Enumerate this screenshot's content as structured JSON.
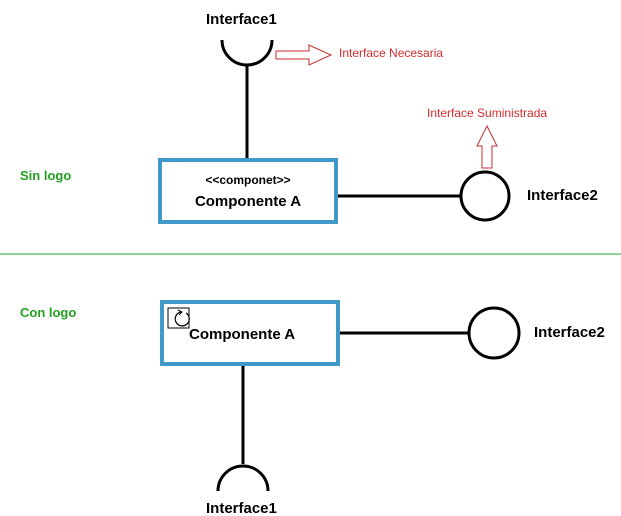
{
  "colors": {
    "component_border": "#3f9ac7",
    "section_label": "#22a022",
    "annotation": "#d42b2b",
    "arrow_stroke": "#c92c2c",
    "divider": "#22a022",
    "line": "#000000"
  },
  "top_section": {
    "label": "Sin logo",
    "component": {
      "stereotype": "<<componet>>",
      "name": "Componente A"
    },
    "required_interface": {
      "name": "Interface1",
      "annotation": "Interface Necesaria"
    },
    "provided_interface": {
      "name": "Interface2",
      "annotation": "Interface Suministrada"
    }
  },
  "bottom_section": {
    "label": "Con logo",
    "component": {
      "name": "Componente A",
      "icon": "component-logo-icon"
    },
    "provided_interface": {
      "name": "Interface2"
    },
    "required_interface": {
      "name": "Interface1"
    }
  }
}
